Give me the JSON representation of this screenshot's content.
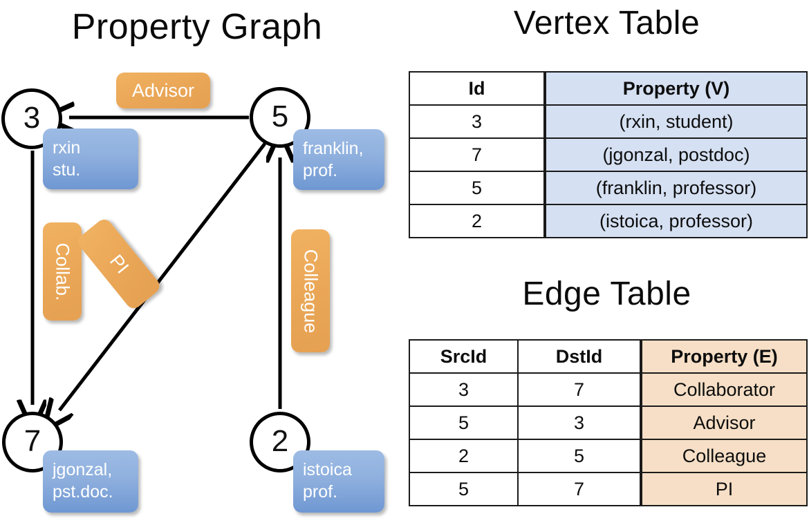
{
  "titles": {
    "property_graph": "Property Graph",
    "vertex_table": "Vertex Table",
    "edge_table": "Edge Table"
  },
  "graph": {
    "nodes": [
      {
        "id": "3",
        "property_line1": "rxin",
        "property_line2": "stu."
      },
      {
        "id": "5",
        "property_line1": "franklin,",
        "property_line2": "prof."
      },
      {
        "id": "7",
        "property_line1": "jgonzal,",
        "property_line2": "pst.doc."
      },
      {
        "id": "2",
        "property_line1": "istoica",
        "property_line2": "prof."
      }
    ],
    "edge_labels": {
      "advisor": "Advisor",
      "collab": "Collab.",
      "pi": "PI",
      "colleague": "Colleague"
    },
    "edges": [
      {
        "src": "5",
        "dst": "3",
        "label": "Advisor"
      },
      {
        "src": "3",
        "dst": "7",
        "label": "Collab."
      },
      {
        "src": "5",
        "dst": "7",
        "label": "PI"
      },
      {
        "src": "2",
        "dst": "5",
        "label": "Colleague"
      }
    ]
  },
  "colors": {
    "vertex_box": "#8fb0de",
    "edge_box": "#eaa757",
    "vertex_table_fill": "#d5e0f2",
    "edge_table_fill": "#f6dfc6",
    "stroke": "#000000"
  },
  "vertex_table": {
    "headers": [
      "Id",
      "Property (V)"
    ],
    "rows": [
      {
        "id": "3",
        "property": "(rxin, student)"
      },
      {
        "id": "7",
        "property": "(jgonzal, postdoc)"
      },
      {
        "id": "5",
        "property": "(franklin, professor)"
      },
      {
        "id": "2",
        "property": "(istoica, professor)"
      }
    ]
  },
  "edge_table": {
    "headers": [
      "SrcId",
      "DstId",
      "Property (E)"
    ],
    "rows": [
      {
        "src": "3",
        "dst": "7",
        "property": "Collaborator"
      },
      {
        "src": "5",
        "dst": "3",
        "property": "Advisor"
      },
      {
        "src": "2",
        "dst": "5",
        "property": "Colleague"
      },
      {
        "src": "5",
        "dst": "7",
        "property": "PI"
      }
    ]
  }
}
